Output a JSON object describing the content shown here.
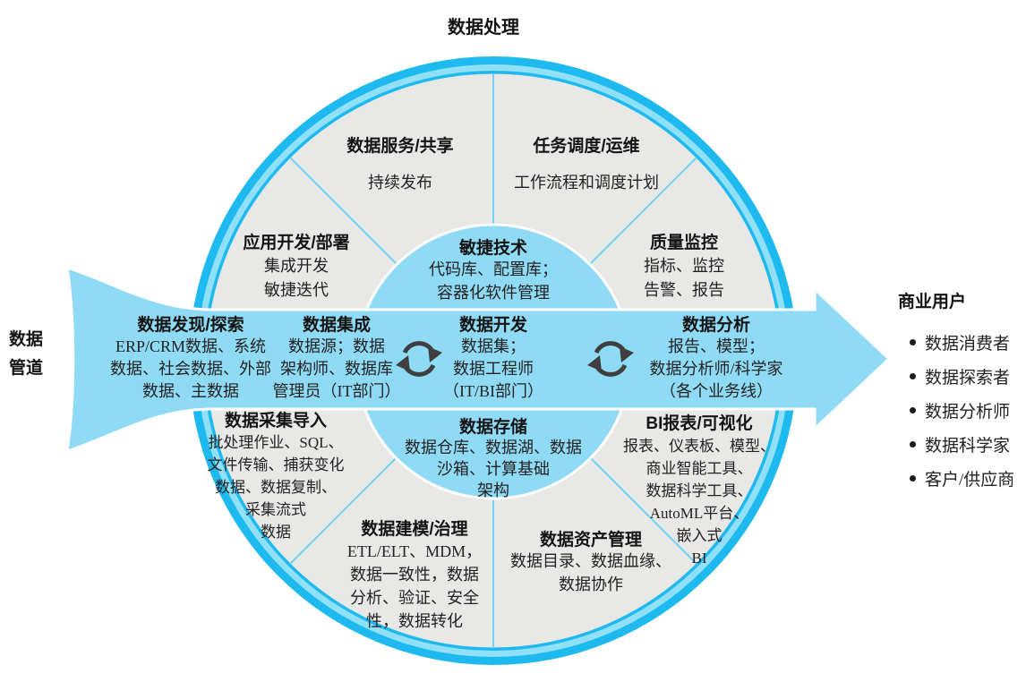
{
  "title": "数据处理",
  "pipeline_label": "数据\n管道",
  "outer_segments": {
    "service": {
      "heading": "数据服务/共享",
      "body": "持续发布"
    },
    "schedule": {
      "heading": "任务调度/运维",
      "body": "工作流程和调度计划"
    },
    "appdev": {
      "heading": "应用开发/部署",
      "body": "集成开发\n敏捷迭代"
    },
    "quality": {
      "heading": "质量监控",
      "body": "指标、监控\n告警、报告"
    },
    "collect": {
      "heading": "数据采集导入",
      "body": "批处理作业、SQL、\n文件传输、捕获变化\n数据、数据复制、\n采集流式\n数据"
    },
    "model": {
      "heading": "数据建模/治理",
      "body": "ETL/ELT、MDM，\n数据一致性，数据\n分析、验证、安全\n性，数据转化"
    },
    "asset": {
      "heading": "数据资产管理",
      "body": "数据目录、数据血缘、\n数据协作"
    },
    "bi": {
      "heading": "BI报表/可视化",
      "body": "报表、仪表板、模型、\n商业智能工具、\n数据科学工具、\nAutoML平台、\n嵌入式\nBI"
    }
  },
  "hub": {
    "top": {
      "heading": "敏捷技术",
      "body": "代码库、配置库；\n容器化软件管理"
    },
    "bottom": {
      "heading": "数据存储",
      "body": "数据仓库、数据湖、数据\n沙箱、计算基础\n架构"
    }
  },
  "pipeline_steps": {
    "discover": {
      "heading": "数据发现/探索",
      "body": "ERP/CRM数据、系统\n数据、社会数据、外部\n数据、主数据"
    },
    "integrate": {
      "heading": "数据集成",
      "body": "数据源；数据\n架构师、数据库\n管理员（IT部门）"
    },
    "develop": {
      "heading": "数据开发",
      "body": "数据集；\n数据工程师\n（IT/BI部门）"
    },
    "analyze": {
      "heading": "数据分析",
      "body": "报告、模型；\n数据分析师/科学家\n（各个业务线）"
    }
  },
  "business_users": {
    "heading": "商业用户",
    "items": [
      "数据消费者",
      "数据探索者",
      "数据分析师",
      "数据科学家",
      "客户/供应商"
    ]
  },
  "icons": {
    "left": "sync-icon",
    "right": "sync-icon"
  },
  "colors": {
    "ring": "#1eb9ef",
    "ring_light": "#90e0f8",
    "arrow_fill": "#8fdaf4",
    "segment_gray": "#e8e8e6",
    "divider": "#6fd3f2",
    "icon": "#3f3f3f",
    "text": "#1c1c1c"
  }
}
